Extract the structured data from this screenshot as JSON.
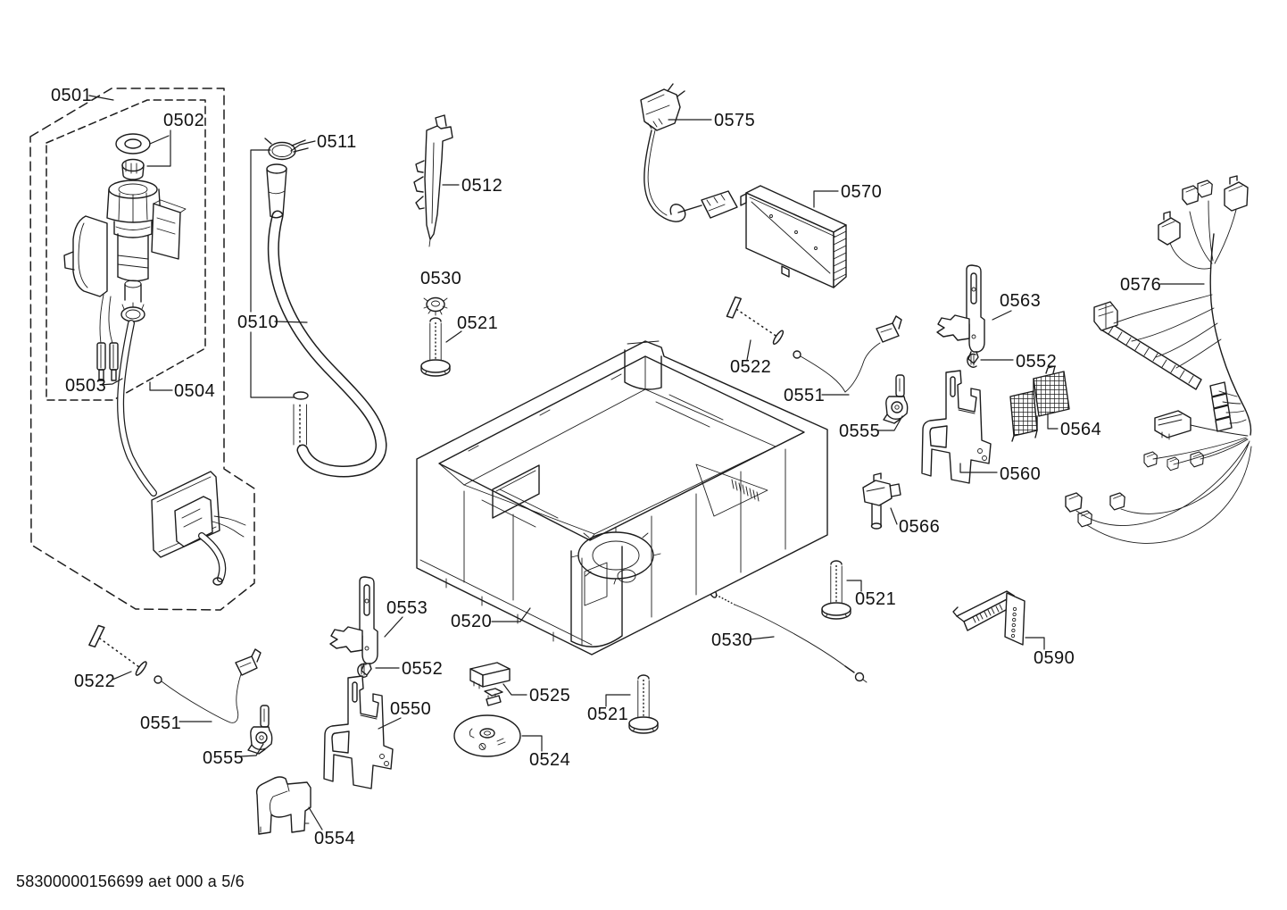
{
  "document": {
    "footer": "58300000156699 aet 000 a 5/6"
  },
  "colors": {
    "background": "#ffffff",
    "line": "#1c1c1c",
    "text": "#111111"
  },
  "callouts": [
    {
      "id": "0501",
      "label": "0501"
    },
    {
      "id": "0502",
      "label": "0502"
    },
    {
      "id": "0503",
      "label": "0503"
    },
    {
      "id": "0504",
      "label": "0504"
    },
    {
      "id": "0511",
      "label": "0511"
    },
    {
      "id": "0510",
      "label": "0510"
    },
    {
      "id": "0512",
      "label": "0512"
    },
    {
      "id": "0530-top",
      "label": "0530"
    },
    {
      "id": "0521-top",
      "label": "0521"
    },
    {
      "id": "0575",
      "label": "0575"
    },
    {
      "id": "0570",
      "label": "0570"
    },
    {
      "id": "0522-right",
      "label": "0522"
    },
    {
      "id": "0551-right",
      "label": "0551"
    },
    {
      "id": "0555-right",
      "label": "0555"
    },
    {
      "id": "0563",
      "label": "0563"
    },
    {
      "id": "0552-right",
      "label": "0552"
    },
    {
      "id": "0564",
      "label": "0564"
    },
    {
      "id": "0560",
      "label": "0560"
    },
    {
      "id": "0566",
      "label": "0566"
    },
    {
      "id": "0576",
      "label": "0576"
    },
    {
      "id": "0520",
      "label": "0520"
    },
    {
      "id": "0553",
      "label": "0553"
    },
    {
      "id": "0552-left",
      "label": "0552"
    },
    {
      "id": "0550",
      "label": "0550"
    },
    {
      "id": "0554",
      "label": "0554"
    },
    {
      "id": "0522-left",
      "label": "0522"
    },
    {
      "id": "0551-left",
      "label": "0551"
    },
    {
      "id": "0555-left",
      "label": "0555"
    },
    {
      "id": "0525",
      "label": "0525"
    },
    {
      "id": "0524",
      "label": "0524"
    },
    {
      "id": "0521-bottom",
      "label": "0521"
    },
    {
      "id": "0530-bottom",
      "label": "0530"
    },
    {
      "id": "0521-mid",
      "label": "0521"
    },
    {
      "id": "0590",
      "label": "0590"
    }
  ]
}
